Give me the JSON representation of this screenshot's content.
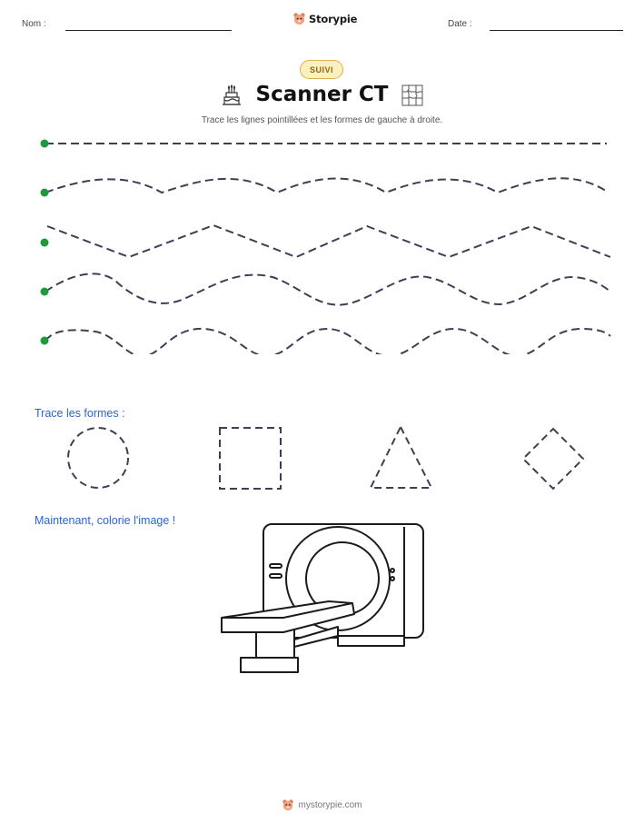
{
  "header": {
    "name_label": "Nom :",
    "date_label": "Date :",
    "brand": "Storypie"
  },
  "badge": "SUIVI",
  "title": "Scanner CT",
  "title_icons": [
    "cake-icon",
    "puzzle-icon"
  ],
  "instructions": "Trace les lignes pointillées et les formes de gauche à droite.",
  "tracing_lines": [
    "straight",
    "wave",
    "zigzag",
    "wave",
    "wave"
  ],
  "shapes_label": "Trace les formes :",
  "shapes": [
    "circle",
    "square",
    "triangle",
    "diamond"
  ],
  "coloring_label": "Maintenant, colorie l'image !",
  "coloring_image": "ct-scanner-icon",
  "footer": "mystorypie.com",
  "colors": {
    "start_dot": "#1e9a3a",
    "dash": "#3d4055",
    "section_label": "#2a64d4",
    "badge_bg": "#fcefc0"
  }
}
